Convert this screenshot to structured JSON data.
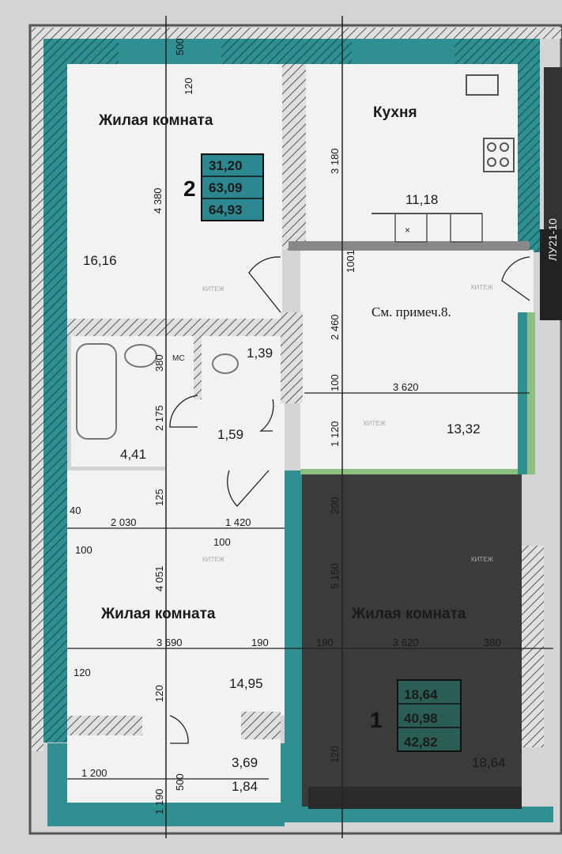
{
  "apartments": [
    {
      "number": "2",
      "areas": [
        "31,20",
        "63,09",
        "64,93"
      ],
      "rooms": [
        {
          "name": "Жилая комната",
          "area": "16,16"
        },
        {
          "name": "Кухня",
          "area": "11,18"
        },
        {
          "name": "",
          "area": "13,32"
        },
        {
          "name": "",
          "area": "1,39"
        },
        {
          "name": "",
          "area": "1,59"
        },
        {
          "name": "",
          "area": "4,41"
        },
        {
          "name": "Жилая комната",
          "area": "14,95"
        },
        {
          "name": "",
          "area": "3,69"
        },
        {
          "name": "",
          "area": "1,84"
        }
      ]
    },
    {
      "number": "1",
      "areas": [
        "18,64",
        "40,98",
        "42,82"
      ],
      "rooms": [
        {
          "name": "Жилая комната",
          "area": "18,64"
        }
      ]
    }
  ],
  "note": "См. примеч.8.",
  "wc_label": "МС",
  "stove_mark": "×",
  "side_text": "ЛУ21-10",
  "watermark": "КИТЕЖ",
  "dimensions": {
    "d500_top": "500",
    "d120_top": "120",
    "d4380": "4 380",
    "d3180": "3 180",
    "d1001": "1001",
    "d2460": "2 460",
    "d100_a": "100",
    "d380": "380",
    "d2175": "2 175",
    "d3620_a": "3 620",
    "d1120": "1 120",
    "d125": "125",
    "d200": "200",
    "d40": "40",
    "d2030": "2 030",
    "d1420": "1 420",
    "d100_b": "100",
    "d100_c": "100",
    "d4051": "4 051",
    "d5150": "5 150",
    "d3690": "3 690",
    "d190_a": "190",
    "d190_b": "190",
    "d3620_b": "3 620",
    "d380_b": "380",
    "d120_a": "120",
    "d120_b": "120",
    "d120_c": "120",
    "d1200": "1 200",
    "d1190": "1 190",
    "d500_bottom": "500"
  },
  "colors": {
    "wall_teal": "#2f8f91",
    "light_room": "#f2f2f2",
    "dark_room": "#3b3b3b",
    "badge2": "#2c8790",
    "badge1": "#2a5e54",
    "green_edge": "#8cc080"
  }
}
